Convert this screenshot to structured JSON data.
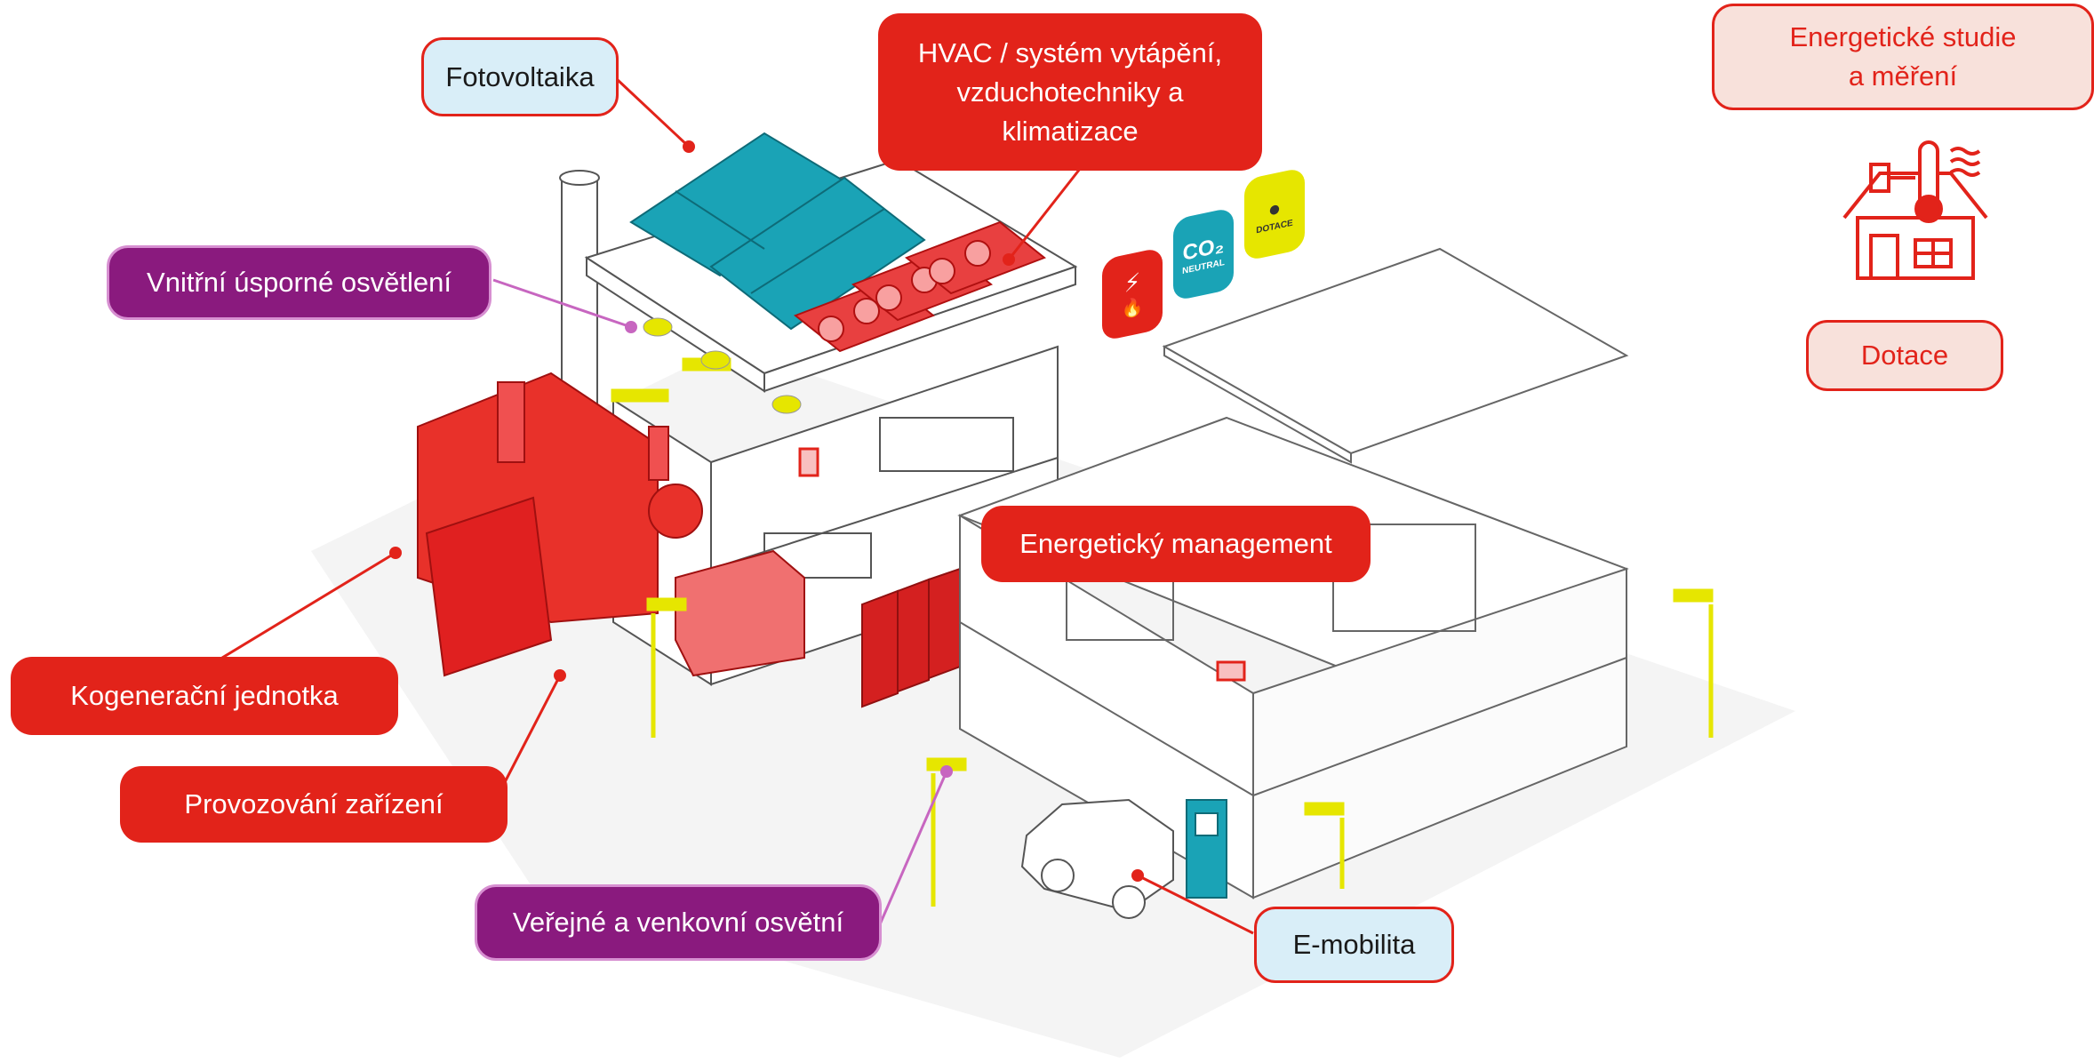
{
  "labels": {
    "fotovoltaika": "Fotovoltaika",
    "hvac": "HVAC / systém vytápění,\nvzduchotechniky  a\nklimatizace",
    "vnitrni": "Vnitřní úsporné osvětlení",
    "kogenerace": "Kogenerační jednotka",
    "provozovani": "Provozování zařízení",
    "verejne": "Veřejné a venkovní  osvětní",
    "energeticky": "Energetický management",
    "emobilita": "E-mobilita",
    "studie": "Energetické studie\na měření",
    "dotace": "Dotace"
  },
  "badges": {
    "co2_main": "CO₂",
    "co2_sub": "NEUTRAL",
    "dotace_badge": "DOTACE"
  },
  "colors": {
    "red": "#e2231a",
    "purple": "#8a1a7e",
    "light_blue": "#d9eef8",
    "pink": "#f8e1db",
    "teal": "#1aa3b6",
    "yellow": "#e6e600"
  },
  "icons": [
    "house-thermometer-icon",
    "lightning-icon",
    "flame-icon",
    "piggy-bank-icon"
  ]
}
